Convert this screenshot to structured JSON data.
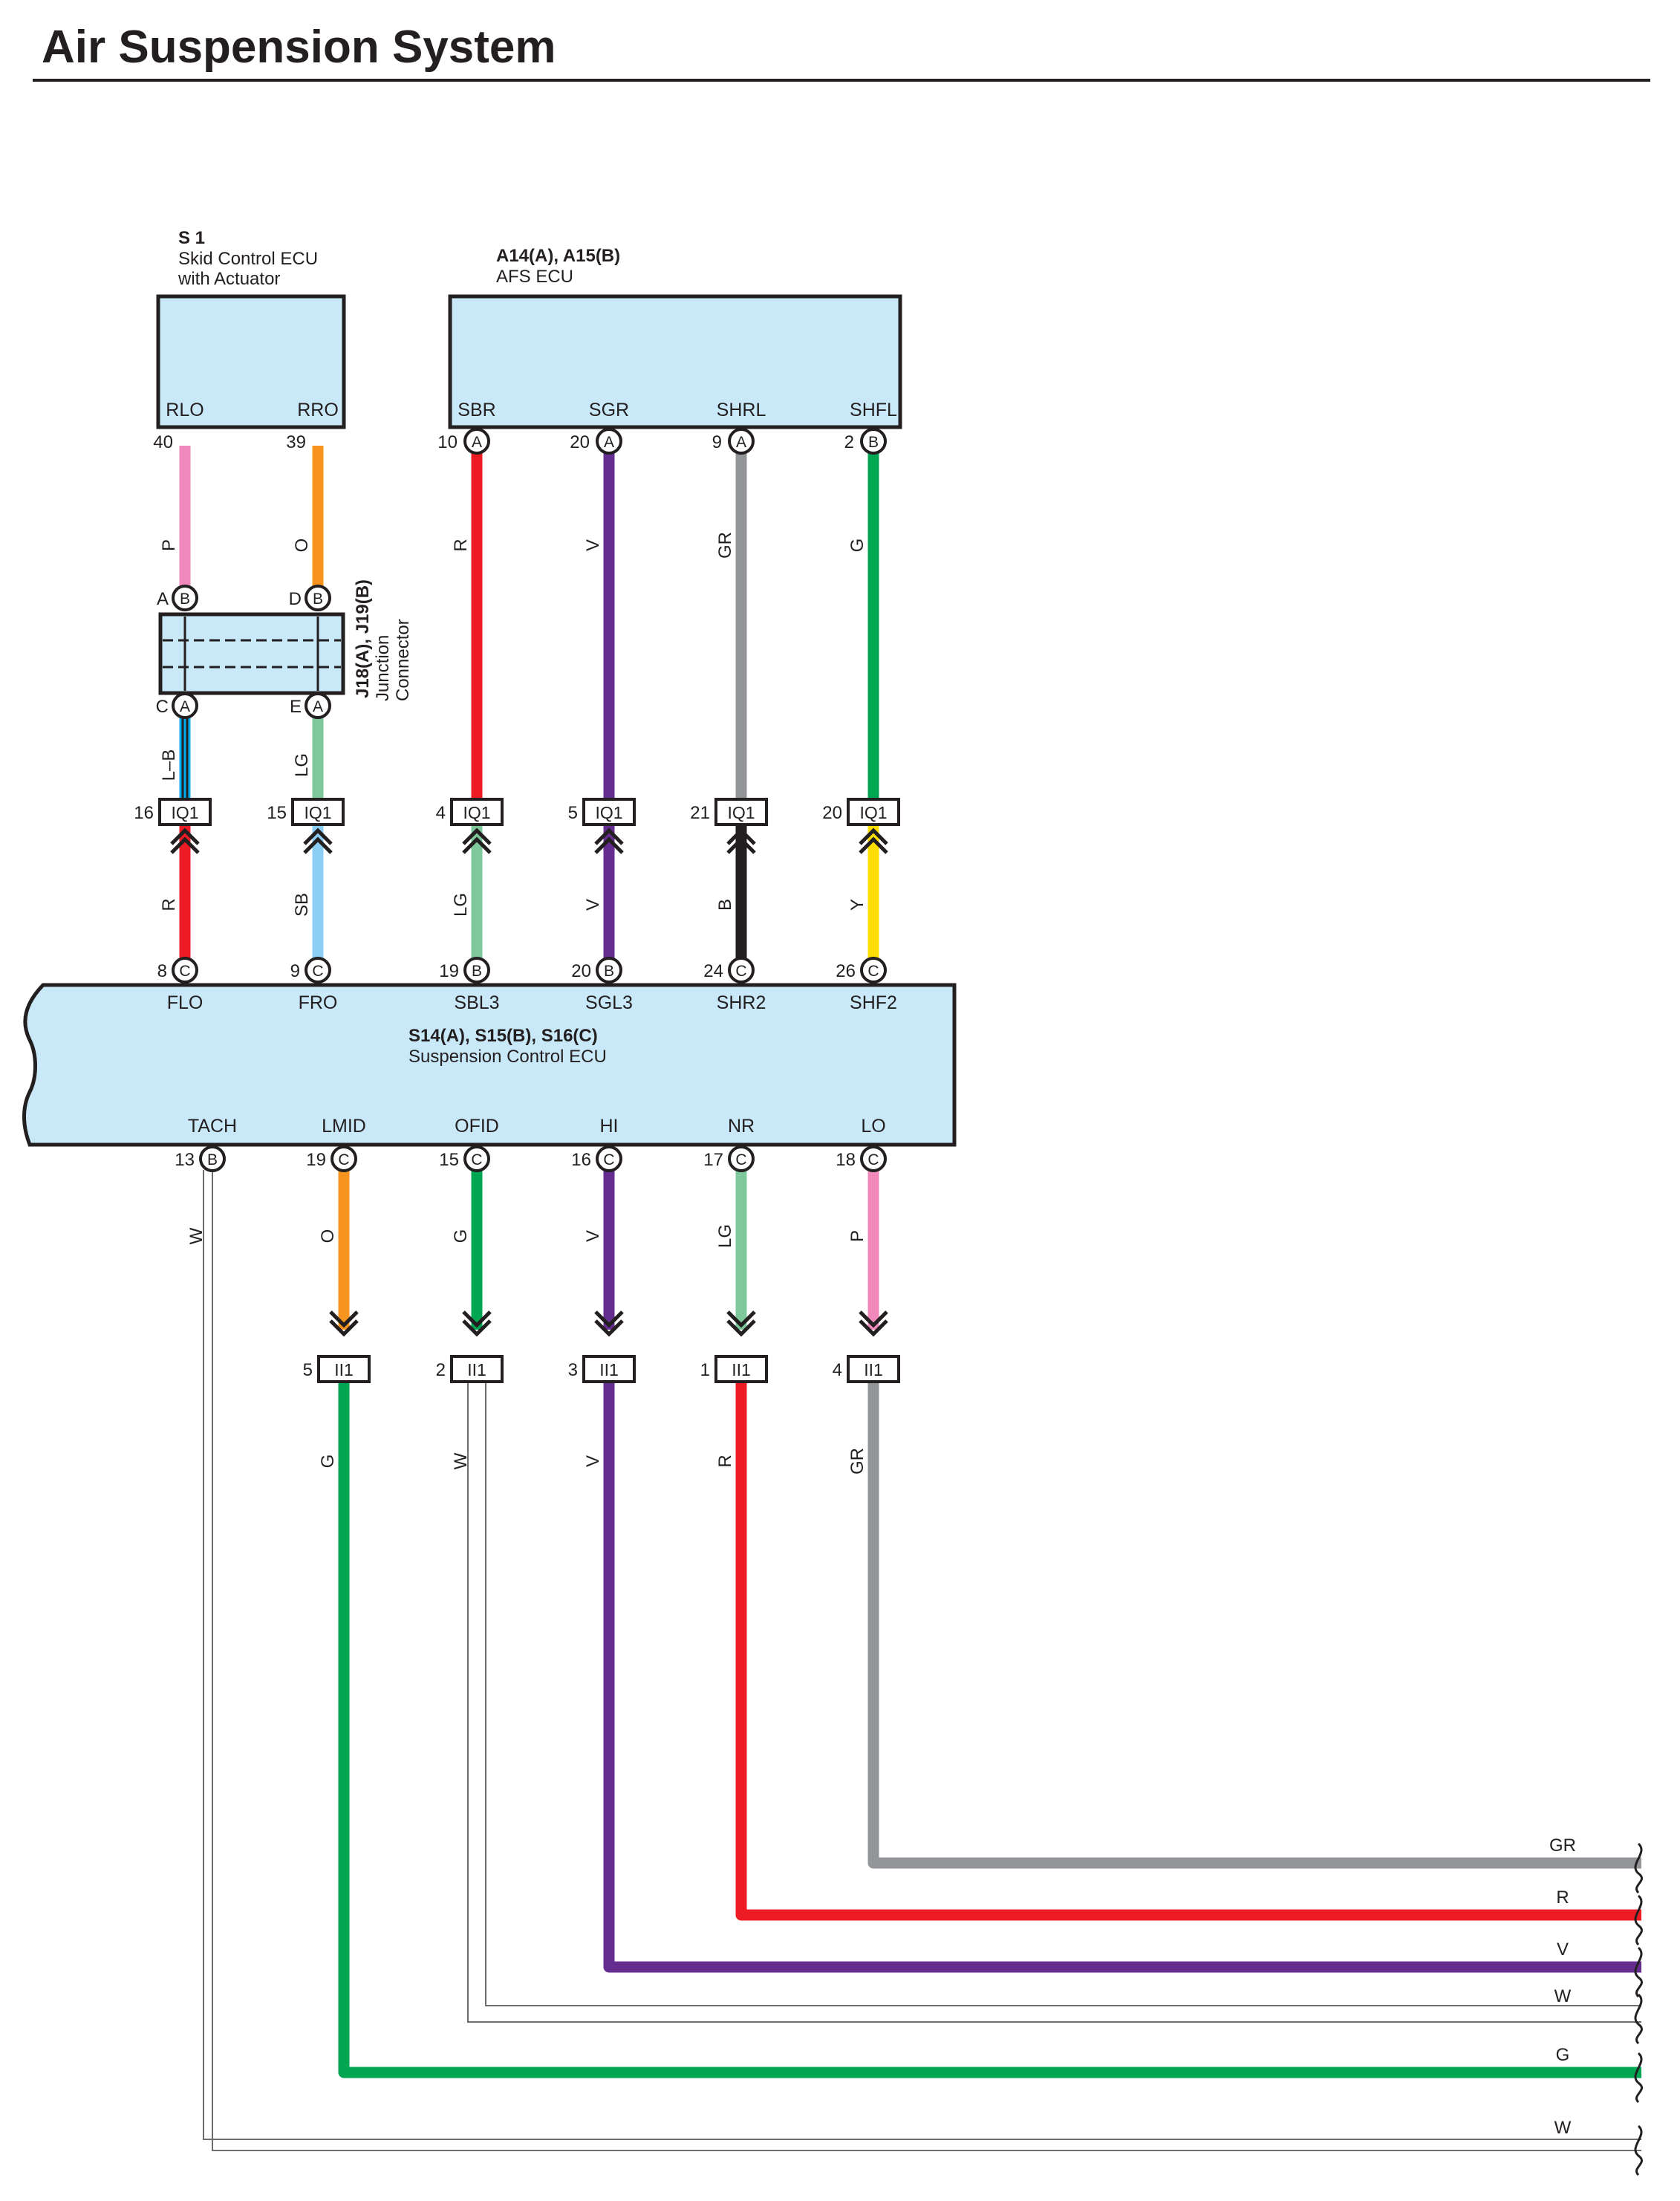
{
  "title": "Air Suspension System",
  "components": {
    "s1": {
      "id": "S 1",
      "name_line1": "Skid Control ECU",
      "name_line2": "with Actuator",
      "pins": [
        "RLO",
        "RRO"
      ]
    },
    "afs": {
      "id": "A14(A), A15(B)",
      "name": "AFS ECU",
      "pins": [
        "SBR",
        "SGR",
        "SHRL",
        "SHFL"
      ]
    },
    "junction": {
      "id": "J18(A), J19(B)",
      "name_line1": "Junction",
      "name_line2": "Connector"
    },
    "suspension": {
      "id": "S14(A), S15(B), S16(C)",
      "name": "Suspension Control ECU",
      "top_pins": [
        "FLO",
        "FRO",
        "SBL3",
        "SGL3",
        "SHR2",
        "SHF2"
      ],
      "bottom_pins": [
        "TACH",
        "LMID",
        "OFID",
        "HI",
        "NR",
        "LO"
      ]
    }
  },
  "top_terminals": [
    {
      "num": "40",
      "letter": ""
    },
    {
      "num": "39",
      "letter": ""
    },
    {
      "num": "10",
      "letter": "A"
    },
    {
      "num": "20",
      "letter": "A"
    },
    {
      "num": "9",
      "letter": "A"
    },
    {
      "num": "2",
      "letter": "B"
    }
  ],
  "top_wires": [
    "P",
    "O",
    "R",
    "V",
    "GR",
    "G"
  ],
  "junction_terminals": {
    "in": [
      {
        "pin": "A",
        "letter": "B"
      },
      {
        "pin": "D",
        "letter": "B"
      }
    ],
    "out": [
      {
        "pin": "C",
        "letter": "A"
      },
      {
        "pin": "E",
        "letter": "A"
      }
    ]
  },
  "mid_wires": [
    "L–B",
    "LG"
  ],
  "iq1_connectors": [
    {
      "num": "16",
      "label": "IQ1"
    },
    {
      "num": "15",
      "label": "IQ1"
    },
    {
      "num": "4",
      "label": "IQ1"
    },
    {
      "num": "5",
      "label": "IQ1"
    },
    {
      "num": "21",
      "label": "IQ1"
    },
    {
      "num": "20",
      "label": "IQ1"
    }
  ],
  "lower_wires": [
    "R",
    "SB",
    "LG",
    "V",
    "B",
    "Y"
  ],
  "ecu_top_terminals": [
    {
      "num": "8",
      "letter": "C"
    },
    {
      "num": "9",
      "letter": "C"
    },
    {
      "num": "19",
      "letter": "B"
    },
    {
      "num": "20",
      "letter": "B"
    },
    {
      "num": "24",
      "letter": "C"
    },
    {
      "num": "26",
      "letter": "C"
    }
  ],
  "ecu_bottom_terminals": [
    {
      "num": "13",
      "letter": "B"
    },
    {
      "num": "19",
      "letter": "C"
    },
    {
      "num": "15",
      "letter": "C"
    },
    {
      "num": "16",
      "letter": "C"
    },
    {
      "num": "17",
      "letter": "C"
    },
    {
      "num": "18",
      "letter": "C"
    }
  ],
  "bottom_wires": [
    "W",
    "O",
    "G",
    "V",
    "LG",
    "P"
  ],
  "ii1_connectors": [
    {
      "num": "5",
      "label": "II1"
    },
    {
      "num": "2",
      "label": "II1"
    },
    {
      "num": "3",
      "label": "II1"
    },
    {
      "num": "1",
      "label": "II1"
    },
    {
      "num": "4",
      "label": "II1"
    }
  ],
  "ii1_wires": [
    "G",
    "W",
    "V",
    "R",
    "GR"
  ],
  "right_wires": [
    "GR",
    "R",
    "V",
    "W",
    "G",
    "W"
  ],
  "colors": {
    "P": "#f088bb",
    "O": "#f7941d",
    "R": "#ed1c24",
    "V": "#662d91",
    "GR": "#939598",
    "G": "#00a651",
    "LG": "#7fc89b",
    "SB": "#8dcff4",
    "B": "#231f20",
    "Y": "#ffde00",
    "L": "#00aeef",
    "W": "#ffffff",
    "box_fill": "#c9e8f8",
    "outline": "#231f20"
  }
}
